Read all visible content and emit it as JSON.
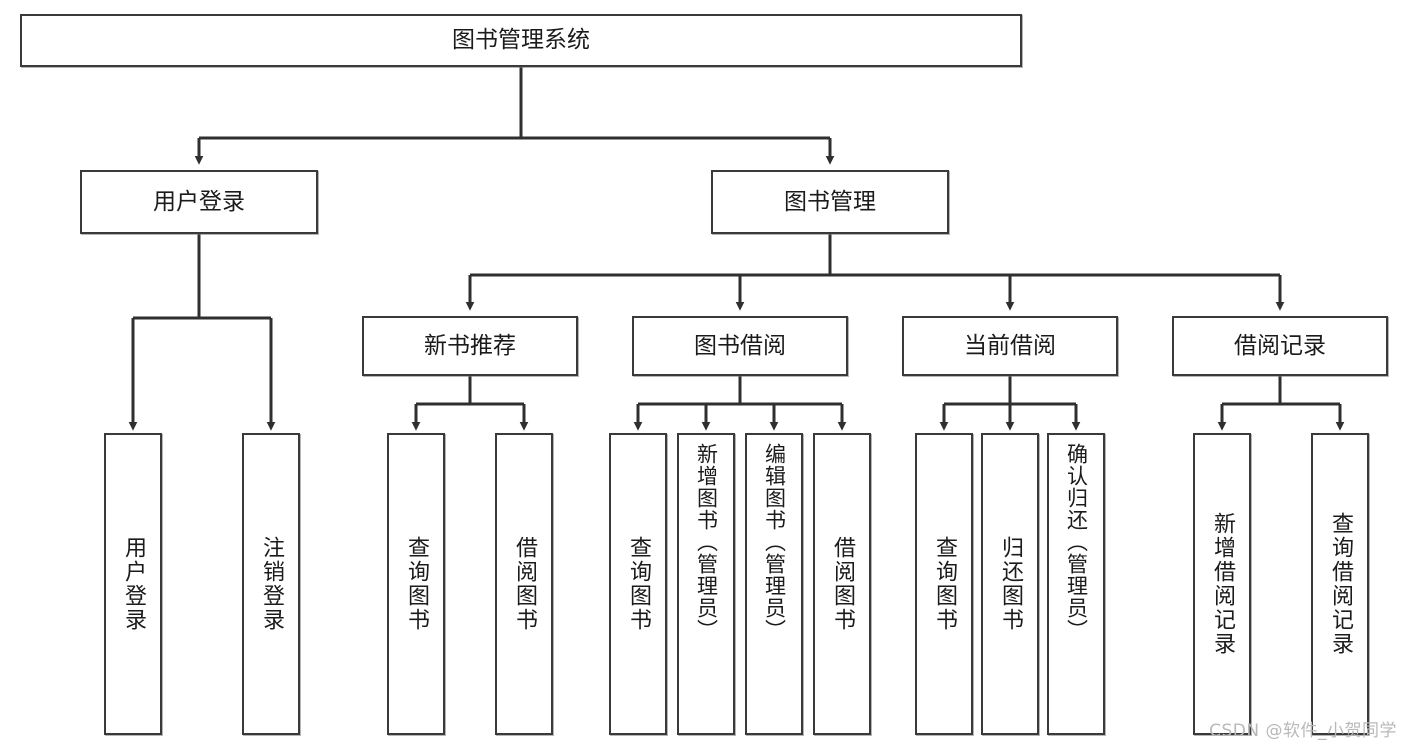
{
  "diagram": {
    "title": "图书管理系统",
    "type": "tree-hierarchy-diagram",
    "watermark": "CSDN @软件_小贺同学",
    "colors": {
      "box_border": "#3a3a3a",
      "box_fill": "#ffffff",
      "connector": "#2f2f2f",
      "text": "#1b1b1b",
      "watermark": "#b9b9b9"
    },
    "nodes": {
      "root": {
        "label": "图书管理系统"
      },
      "level2": [
        {
          "label": "用户登录"
        },
        {
          "label": "图书管理"
        }
      ],
      "level3": [
        {
          "label": "新书推荐"
        },
        {
          "label": "图书借阅"
        },
        {
          "label": "当前借阅"
        },
        {
          "label": "借阅记录"
        }
      ],
      "leaves": {
        "user_login": [
          {
            "label": "用户登录"
          },
          {
            "label": "注销登录"
          }
        ],
        "new_book": [
          {
            "label": "查询图书"
          },
          {
            "label": "借阅图书"
          }
        ],
        "book_borrow": [
          {
            "label": "查询图书"
          },
          {
            "label": "新增图书（管理员）"
          },
          {
            "label": "编辑图书（管理员）"
          },
          {
            "label": "借阅图书"
          }
        ],
        "current_borrow": [
          {
            "label": "查询图书"
          },
          {
            "label": "归还图书"
          },
          {
            "label": "确认归还（管理员）"
          }
        ],
        "borrow_record": [
          {
            "label": "新增借阅记录"
          },
          {
            "label": "查询借阅记录"
          }
        ]
      }
    }
  }
}
